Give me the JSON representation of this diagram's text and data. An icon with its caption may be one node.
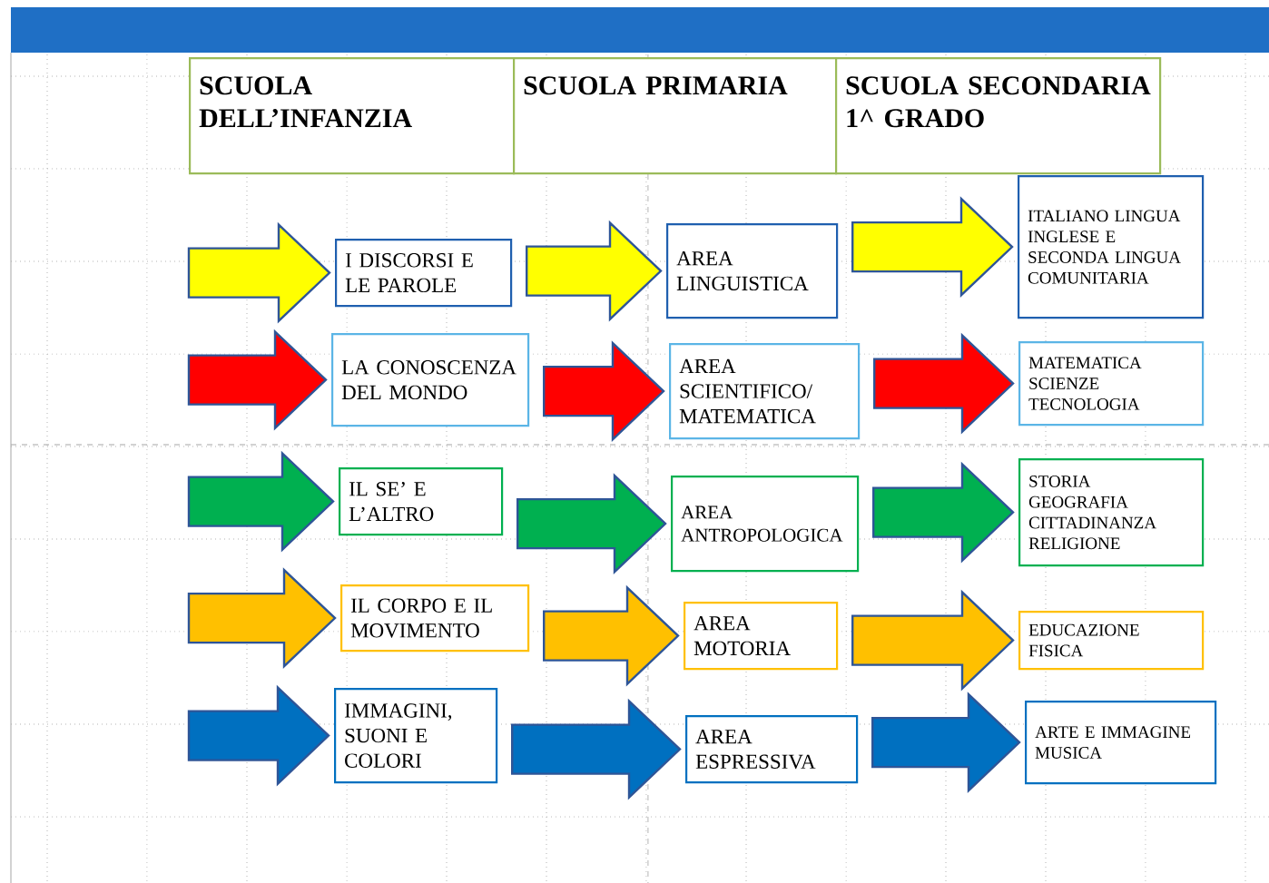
{
  "diagram": {
    "nodes": [
      {
        "text": [
          "SCUOLA DELL’INFANZIA"
        ]
      },
      {
        "text": [
          "SCUOLA PRIMARIA"
        ]
      },
      {
        "text": [
          "SCUOLA SECONDARIA 1^ GRADO"
        ]
      },
      {
        "text": [
          "I DISCORSI E LE PAROLE"
        ]
      },
      {
        "text": [
          "AREA LINGUISTICA"
        ]
      },
      {
        "text": [
          "ITALIANO LINGUA INGLESE E SECONDA LINGUA COMUNITARIA"
        ]
      },
      {
        "text": [
          "LA CONOSCENZA DEL MONDO"
        ]
      },
      {
        "text": [
          "AREA SCIENTIFICO/ MATEMATICA"
        ]
      },
      {
        "text": [
          "MATEMATICA SCIENZE TECNOLOGIA"
        ]
      },
      {
        "text": [
          "IL SE’ E L’ALTRO"
        ]
      },
      {
        "text": [
          "AREA ANTROPOLOGICA"
        ]
      },
      {
        "text": [
          "STORIA GEOGRAFIA CITTADINANZA RELIGIONE"
        ]
      },
      {
        "text": [
          "IL CORPO E IL MOVIMENTO"
        ]
      },
      {
        "text": [
          "AREA MOTORIA"
        ]
      },
      {
        "text": [
          "EDUCAZIONE FISICA"
        ]
      },
      {
        "text": [
          "IMMAGINI, SUONI E COLORI"
        ]
      },
      {
        "text": [
          "AREA ESPRESSIVA"
        ]
      },
      {
        "text": [
          "ARTE E IMMAGINE MUSICA"
        ]
      }
    ],
    "edges": [
      {
        "from": null,
        "to": 3,
        "arrow": "to",
        "color": "#ffff00"
      },
      {
        "from": 3,
        "to": 4,
        "arrow": "to",
        "color": "#ffff00"
      },
      {
        "from": 4,
        "to": 5,
        "arrow": "to",
        "color": "#ffff00"
      },
      {
        "from": null,
        "to": 6,
        "arrow": "to",
        "color": "#ff0000"
      },
      {
        "from": 6,
        "to": 7,
        "arrow": "to",
        "color": "#ff0000"
      },
      {
        "from": 7,
        "to": 8,
        "arrow": "to",
        "color": "#ff0000"
      },
      {
        "from": null,
        "to": 9,
        "arrow": "to",
        "color": "#00b050"
      },
      {
        "from": 9,
        "to": 10,
        "arrow": "to",
        "color": "#00b050"
      },
      {
        "from": 10,
        "to": 11,
        "arrow": "to",
        "color": "#00b050"
      },
      {
        "from": null,
        "to": 12,
        "arrow": "to",
        "color": "#ffc000"
      },
      {
        "from": 12,
        "to": 13,
        "arrow": "to",
        "color": "#ffc000"
      },
      {
        "from": 13,
        "to": 14,
        "arrow": "to",
        "color": "#ffc000"
      },
      {
        "from": null,
        "to": 15,
        "arrow": "to",
        "color": "#0070c0"
      },
      {
        "from": 15,
        "to": 16,
        "arrow": "to",
        "color": "#0070c0"
      },
      {
        "from": 16,
        "to": 17,
        "arrow": "to",
        "color": "#0070c0"
      }
    ]
  }
}
